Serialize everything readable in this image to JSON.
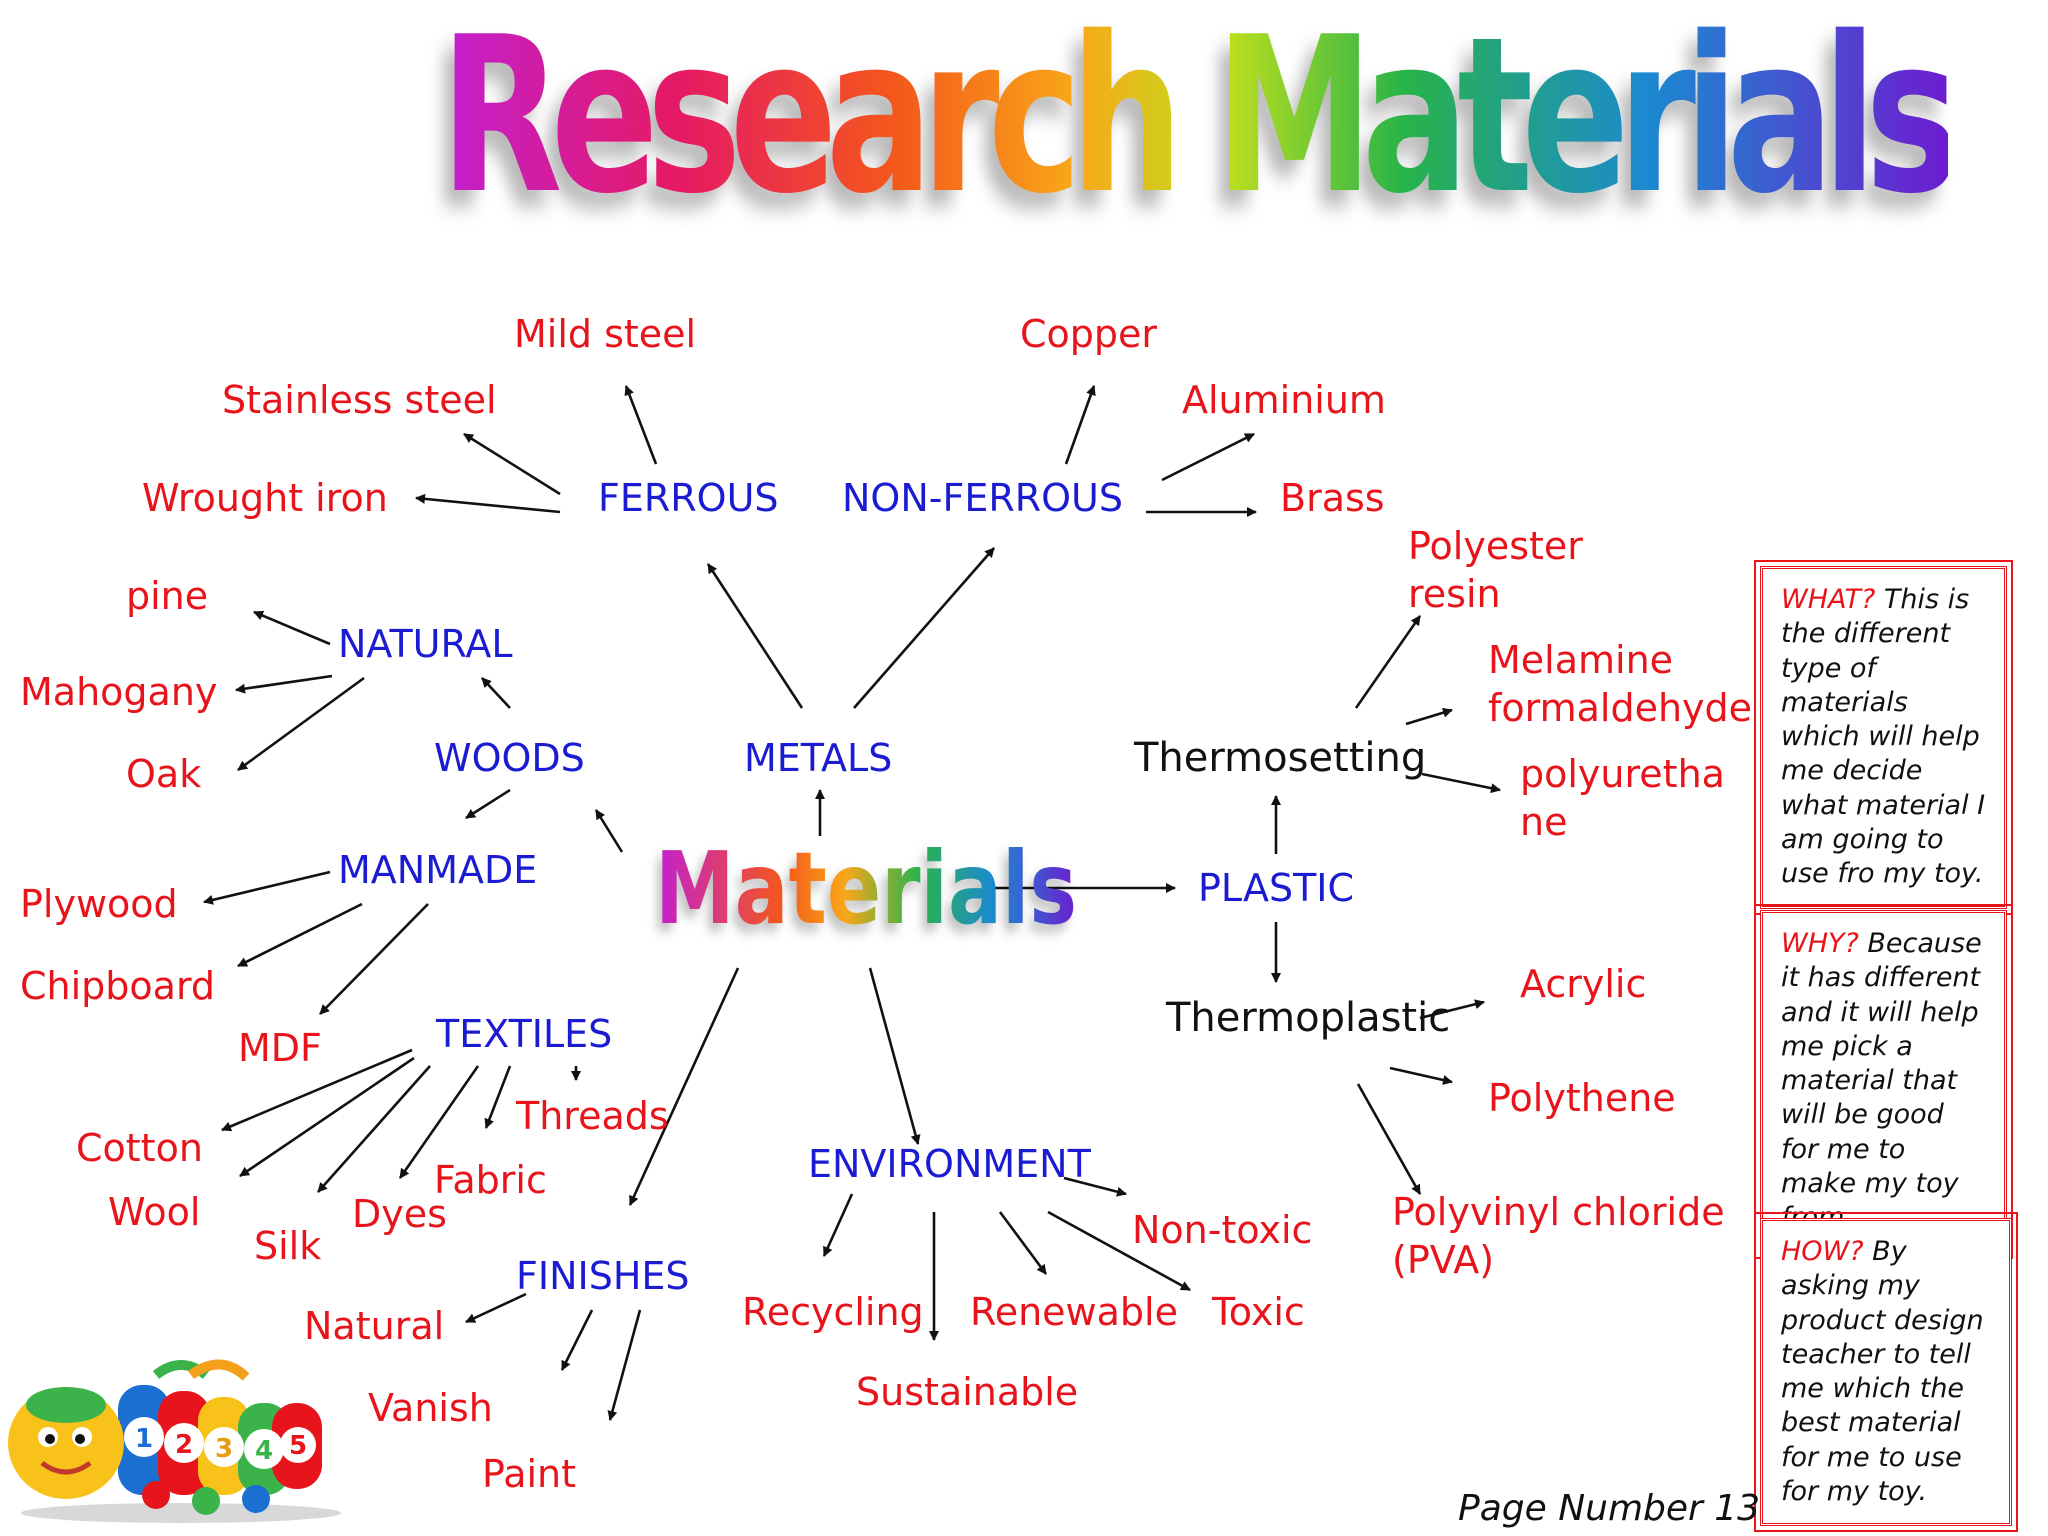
{
  "title": "Research Materials",
  "center": "Materials",
  "branches": {
    "metals": "METALS",
    "ferrous": "FERROUS",
    "non_ferrous": "NON-FERROUS",
    "woods": "WOODS",
    "natural_wood": "NATURAL",
    "manmade": "MANMADE",
    "textiles": "TEXTILES",
    "finishes": "FINISHES",
    "environment": "ENVIRONMENT",
    "plastic": "PLASTIC",
    "thermosetting": "Thermosetting",
    "thermoplastic": "Thermoplastic"
  },
  "items": {
    "mild_steel": "Mild steel",
    "stainless_steel": "Stainless steel",
    "wrought_iron": "Wrought iron",
    "copper": "Copper",
    "aluminium": "Aluminium",
    "brass": "Brass",
    "pine": "pine",
    "mahogany": "Mahogany",
    "oak": "Oak",
    "plywood": "Plywood",
    "chipboard": "Chipboard",
    "mdf": "MDF",
    "threads": "Threads",
    "fabric": "Fabric",
    "dyes": "Dyes",
    "cotton": "Cotton",
    "wool": "Wool",
    "silk": "Silk",
    "natural_finish": "Natural",
    "vanish": "Vanish",
    "paint": "Paint",
    "recycling": "Recycling",
    "renewable": "Renewable",
    "toxic": "Toxic",
    "non_toxic": "Non-toxic",
    "sustainable": "Sustainable",
    "polyester_1": "Polyester",
    "polyester_2": "resin",
    "melamine_1": "Melamine",
    "melamine_2": "formaldehyde",
    "polyurethane_1": "polyuretha",
    "polyurethane_2": "ne",
    "acrylic": "Acrylic",
    "polythene": "Polythene",
    "pvc_1": "Polyvinyl chloride",
    "pvc_2": "(PVA)"
  },
  "notes": {
    "what_lead": "WHAT?",
    "what_body": " This is the different type of materials which will help me decide what material I am going to use fro my toy.",
    "why_lead": "WHY?",
    "why_body": " Because it has different and it will help me pick a material that will be good for me to make my toy from.",
    "how_lead": "HOW?",
    "how_body": " By asking my product design teacher to tell me which the best material for me to use for my toy."
  },
  "page_number": "Page Number 13",
  "colors": {
    "item": "#e8141b",
    "category": "#1b1bd2",
    "sub_category": "#111111"
  }
}
